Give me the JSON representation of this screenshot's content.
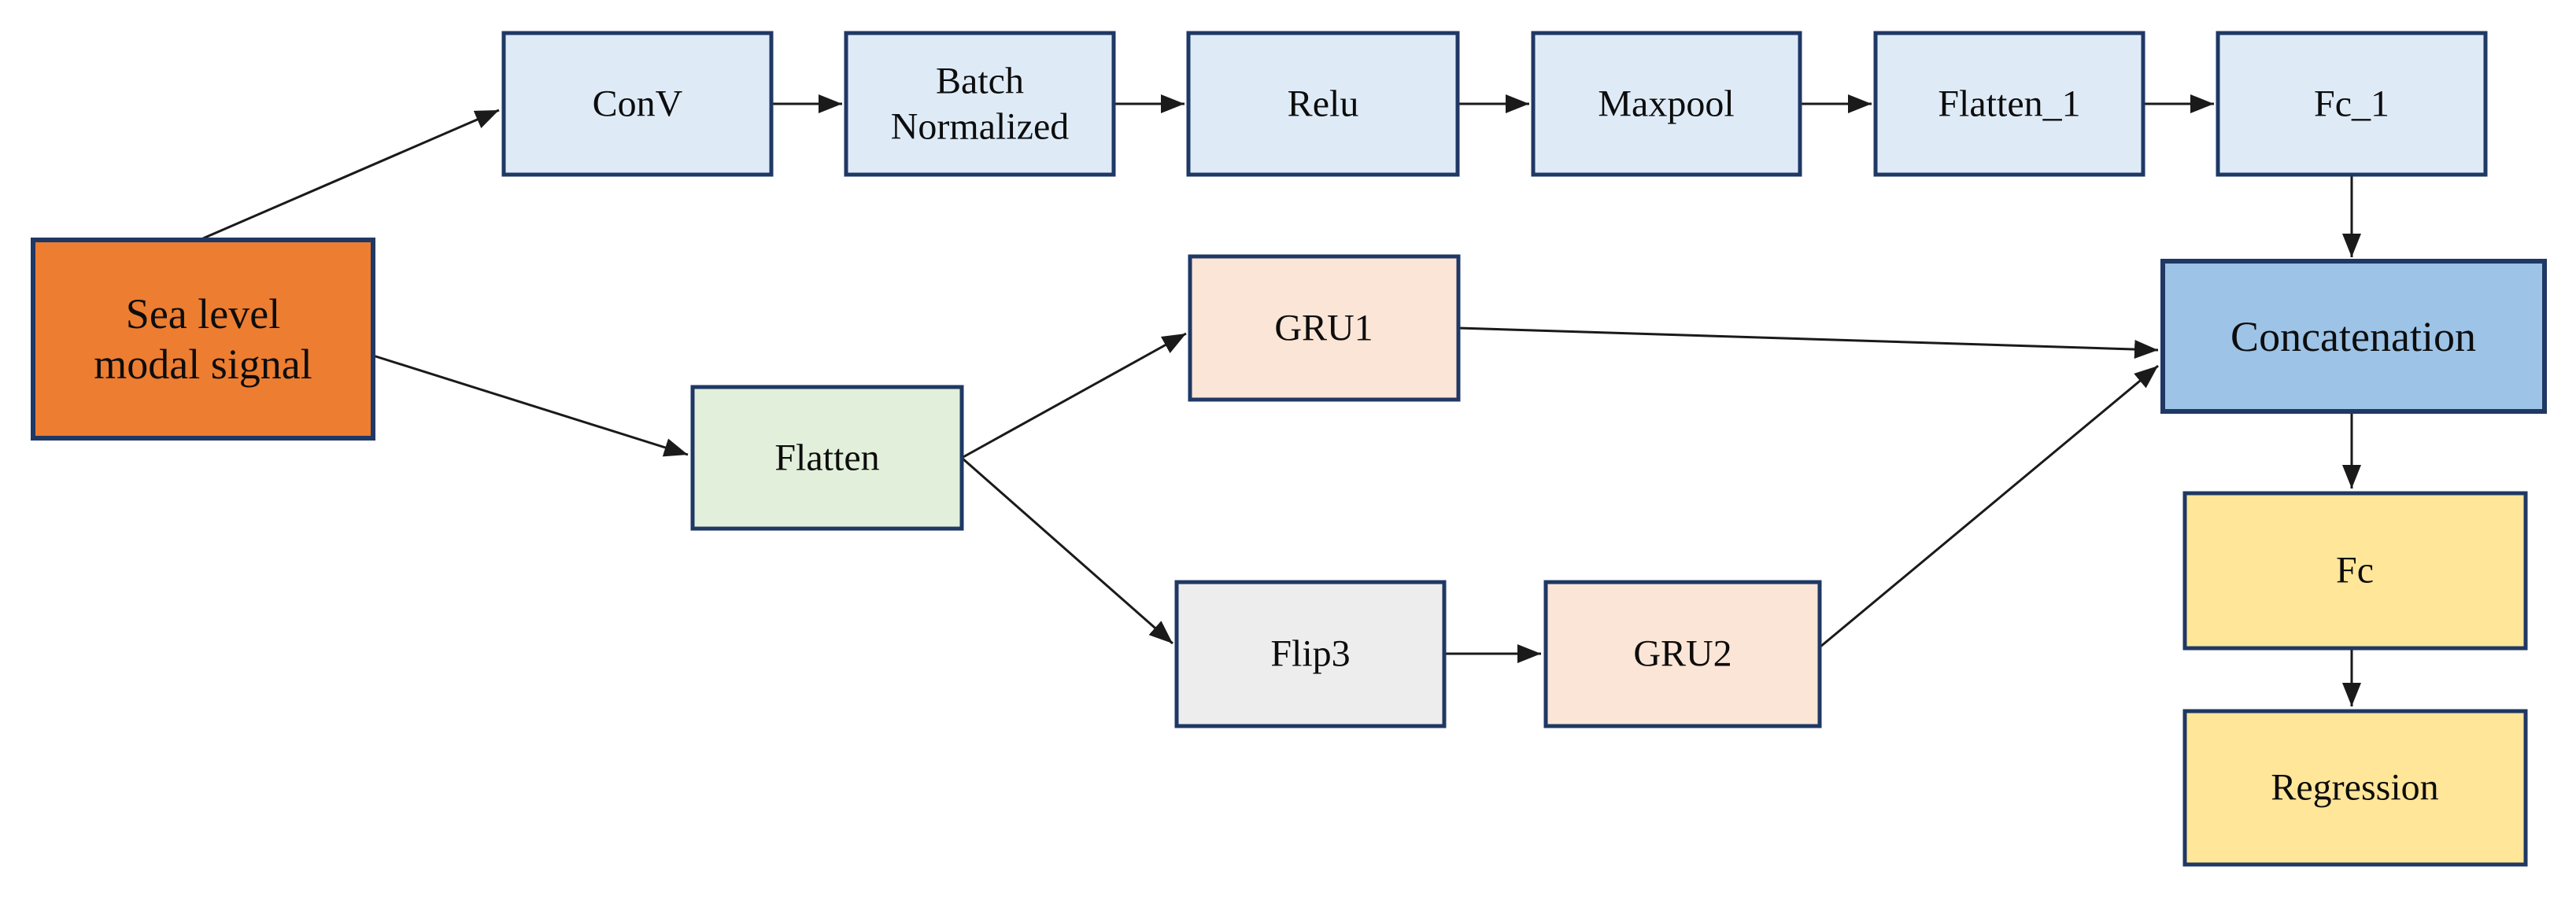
{
  "diagram": {
    "description_nodes_count": 14,
    "colors": {
      "input_orange": "#ED7D31",
      "cnn_layer_blue": "#DEEBF7",
      "flatten_green": "#E2EFDA",
      "gru_peach": "#FBE5D6",
      "flip_gray": "#EDEDED",
      "concat_blue": "#9DC3E6",
      "output_yellow": "#FFE699",
      "border_navy": "#1F3864",
      "arrow_black": "#1a1a1a"
    },
    "nodes": {
      "input": {
        "lines": [
          "Sea level",
          "modal signal"
        ]
      },
      "conv": {
        "label": "ConV"
      },
      "batch_norm": {
        "lines": [
          "Batch",
          "Normalized"
        ]
      },
      "relu": {
        "label": "Relu"
      },
      "maxpool": {
        "label": "Maxpool"
      },
      "flatten_1": {
        "label": "Flatten_1"
      },
      "fc_1": {
        "label": "Fc_1"
      },
      "flatten": {
        "label": "Flatten"
      },
      "gru1": {
        "label": "GRU1"
      },
      "flip3": {
        "label": "Flip3"
      },
      "gru2": {
        "label": "GRU2"
      },
      "concatenation": {
        "label": "Concatenation"
      },
      "fc": {
        "label": "Fc"
      },
      "regression": {
        "label": "Regression"
      }
    },
    "edges": [
      {
        "from": "input",
        "to": "conv"
      },
      {
        "from": "input",
        "to": "flatten"
      },
      {
        "from": "conv",
        "to": "batch_norm"
      },
      {
        "from": "batch_norm",
        "to": "relu"
      },
      {
        "from": "relu",
        "to": "maxpool"
      },
      {
        "from": "maxpool",
        "to": "flatten_1"
      },
      {
        "from": "flatten_1",
        "to": "fc_1"
      },
      {
        "from": "fc_1",
        "to": "concatenation"
      },
      {
        "from": "flatten",
        "to": "gru1"
      },
      {
        "from": "flatten",
        "to": "flip3"
      },
      {
        "from": "gru1",
        "to": "concatenation"
      },
      {
        "from": "flip3",
        "to": "gru2"
      },
      {
        "from": "gru2",
        "to": "concatenation"
      },
      {
        "from": "concatenation",
        "to": "fc"
      },
      {
        "from": "fc",
        "to": "regression"
      }
    ]
  }
}
